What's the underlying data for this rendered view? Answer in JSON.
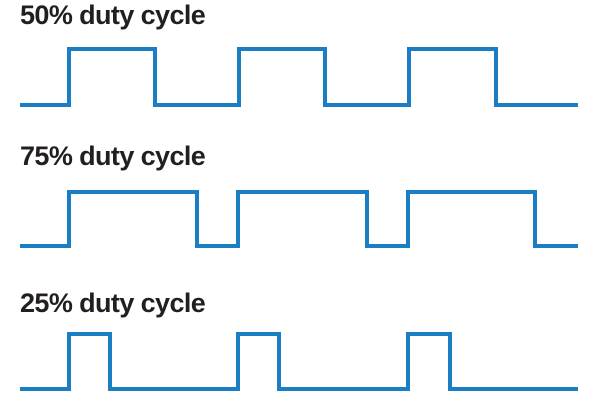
{
  "figure": {
    "background_color": "#ffffff",
    "line_color": "#1b7ec2",
    "label_color": "#231f20",
    "panels": [
      {
        "label": "50% duty cycle",
        "duty_percent": 50,
        "x_start": 20,
        "x_end": 578,
        "y_high": 49,
        "y_low": 105,
        "pulses": [
          [
            69,
            155
          ],
          [
            239,
            325
          ],
          [
            409,
            496
          ]
        ]
      },
      {
        "label": "75% duty cycle",
        "duty_percent": 75,
        "x_start": 20,
        "x_end": 578,
        "y_high": 192,
        "y_low": 246,
        "pulses": [
          [
            69,
            197
          ],
          [
            238,
            367
          ],
          [
            408,
            535
          ]
        ]
      },
      {
        "label": "25% duty cycle",
        "duty_percent": 25,
        "x_start": 20,
        "x_end": 578,
        "y_high": 334,
        "y_low": 389,
        "pulses": [
          [
            69,
            110
          ],
          [
            238,
            279
          ],
          [
            408,
            450
          ]
        ]
      }
    ]
  },
  "chart_data": {
    "type": "line",
    "title": "",
    "xlabel": "",
    "ylabel": "",
    "series": [
      {
        "name": "50% duty cycle",
        "description": "square wave, period ~170px, high ~50% of period, three pulses",
        "levels": [
          "low",
          "high",
          "low",
          "high",
          "low",
          "high",
          "low"
        ],
        "edge_x": [
          69,
          155,
          239,
          325,
          409,
          496
        ]
      },
      {
        "name": "75% duty cycle",
        "description": "square wave, period ~170px, high ~75% of period, three pulses",
        "levels": [
          "low",
          "high",
          "low",
          "high",
          "low",
          "high",
          "low"
        ],
        "edge_x": [
          69,
          197,
          238,
          367,
          408,
          535
        ]
      },
      {
        "name": "25% duty cycle",
        "description": "square wave, period ~170px, high ~25% of period, three pulses",
        "levels": [
          "low",
          "high",
          "low",
          "high",
          "low",
          "high",
          "low"
        ],
        "edge_x": [
          69,
          110,
          238,
          279,
          408,
          450
        ]
      }
    ]
  }
}
